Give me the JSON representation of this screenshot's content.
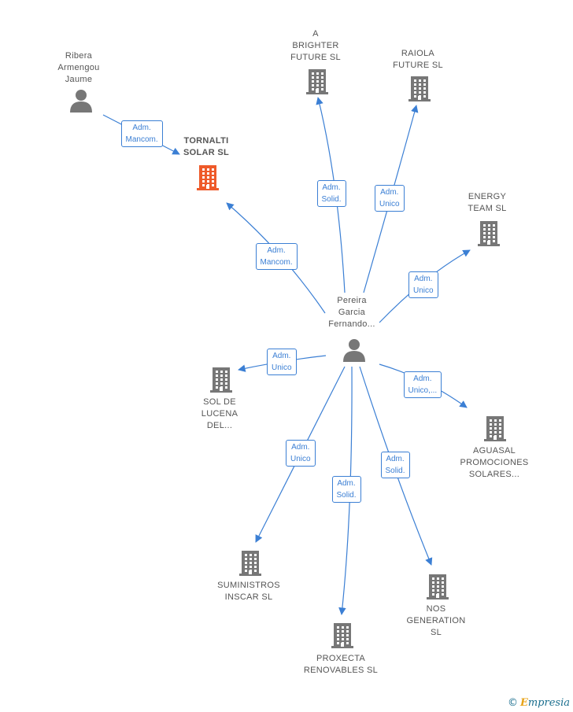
{
  "colors": {
    "edge": "#3b7fd4",
    "building": "#777777",
    "building_highlight": "#ee5a2a",
    "person": "#777777"
  },
  "nodes": [
    {
      "id": "ribera",
      "type": "person",
      "label": "Ribera\nArmengou\nJaume"
    },
    {
      "id": "tornalti",
      "type": "building",
      "highlight": true,
      "label": "TORNALTI\nSOLAR  SL"
    },
    {
      "id": "brighter",
      "type": "building",
      "label": "A\nBRIGHTER\nFUTURE  SL"
    },
    {
      "id": "raiola",
      "type": "building",
      "label": "RAIOLA\nFUTURE  SL"
    },
    {
      "id": "energy",
      "type": "building",
      "label": "ENERGY\nTEAM  SL"
    },
    {
      "id": "pereira",
      "type": "person",
      "label": "Pereira\nGarcia\nFernando..."
    },
    {
      "id": "sol",
      "type": "building",
      "label": "SOL DE\nLUCENA\nDEL..."
    },
    {
      "id": "aguasal",
      "type": "building",
      "label": "AGUASAL\nPROMOCIONES\nSOLARES..."
    },
    {
      "id": "suministros",
      "type": "building",
      "label": "SUMINISTROS\nINSCAR  SL"
    },
    {
      "id": "proxecta",
      "type": "building",
      "label": "PROXECTA\nRENOVABLES SL"
    },
    {
      "id": "nos",
      "type": "building",
      "label": "NOS\nGENERATION\nSL"
    }
  ],
  "edges": [
    {
      "from": "ribera",
      "to": "tornalti",
      "label": "Adm.\nMancom."
    },
    {
      "from": "pereira",
      "to": "tornalti",
      "label": "Adm.\nMancom."
    },
    {
      "from": "pereira",
      "to": "brighter",
      "label": "Adm.\nSolid."
    },
    {
      "from": "pereira",
      "to": "raiola",
      "label": "Adm.\nUnico"
    },
    {
      "from": "pereira",
      "to": "energy",
      "label": "Adm.\nUnico"
    },
    {
      "from": "pereira",
      "to": "sol",
      "label": "Adm.\nUnico"
    },
    {
      "from": "pereira",
      "to": "aguasal",
      "label": "Adm.\nUnico,..."
    },
    {
      "from": "pereira",
      "to": "suministros",
      "label": "Adm.\nUnico"
    },
    {
      "from": "pereira",
      "to": "proxecta",
      "label": "Adm.\nSolid."
    },
    {
      "from": "pereira",
      "to": "nos",
      "label": "Adm.\nSolid."
    }
  ],
  "footer": {
    "brand_initial": "E",
    "brand_rest": "mpresia",
    "copyright": "©"
  }
}
